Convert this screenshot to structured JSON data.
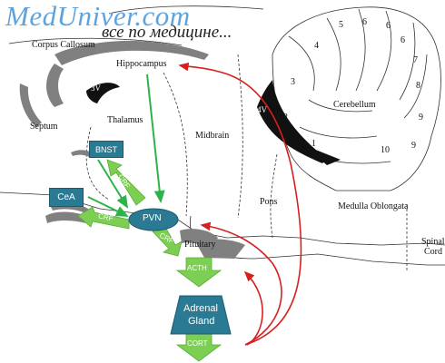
{
  "watermark": {
    "site": "MedUniver.com",
    "tagline": "все по медицине..."
  },
  "regions": {
    "corpus_callosum": "Corpus Callosum",
    "hippocampus": "Hippocampus",
    "third_ventricle": "3V",
    "fourth_ventricle_upper": "4V",
    "fourth_ventricle_lower": "4V",
    "septum": "Septum",
    "thalamus": "Thalamus",
    "midbrain": "Midbrain",
    "cerebellum": "Cerebellum",
    "pons": "Pons",
    "medulla": "Medulla Oblongata",
    "spinal_cord_line1": "Spinal",
    "spinal_cord_line2": "Cord",
    "pituitary": "Pituitary"
  },
  "cerebellar_lobules": [
    "1",
    "2",
    "3",
    "4",
    "5",
    "6",
    "6",
    "6",
    "7",
    "8",
    "9",
    "9",
    "10"
  ],
  "nodes": {
    "bnst": "BNST",
    "cea": "CeA",
    "pvn": "PVN",
    "adrenal_line1": "Adrenal",
    "adrenal_line2": "Gland"
  },
  "hormones": {
    "acth": "ACTH",
    "cort": "CORT",
    "crf_pituitary": "CRF",
    "crf_cea": "CRF",
    "crf_bnst": "CRF"
  },
  "colors": {
    "stimulatory": "#2db34a",
    "feedback": "#d62020",
    "node_fill": "#2b7a93",
    "arrow_fill": "#7ccf52",
    "ventricle": "#111111",
    "white_matter": "#808080"
  }
}
